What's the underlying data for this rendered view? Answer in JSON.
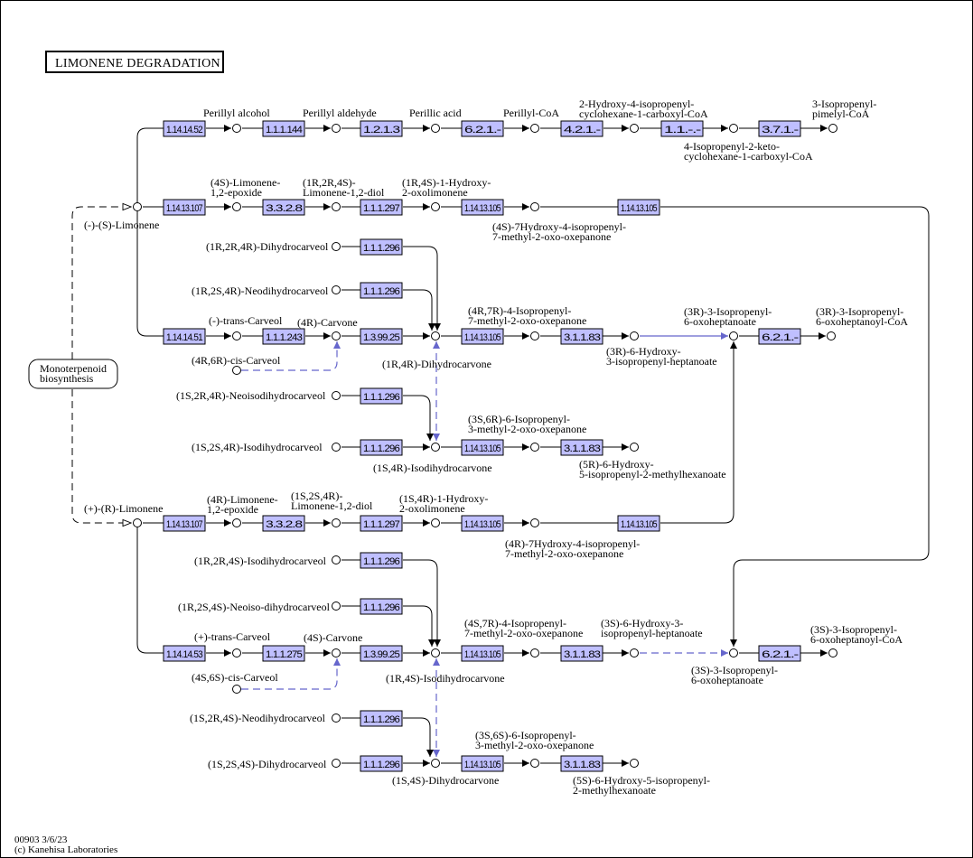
{
  "title": "LIMONENE DEGRADATION",
  "footer": {
    "map_id": "00903 3/6/23",
    "copyright": "(c) Kanehisa Laboratories"
  },
  "linked_map": {
    "line1": "Monoterpenoid",
    "line2": "biosynthesis"
  },
  "colors": {
    "enzyme_fill": "#bfbfff",
    "blue_link": "#6666cc",
    "line": "#000000"
  },
  "enzymes": {
    "e1": "1.14.14.52",
    "e2": "1.1.1.144",
    "e3": "1.2.1.3",
    "e4": "6.2.1.-",
    "e5": "4.2.1.-",
    "e6": "1.1.-.-",
    "e7": "3.7.1.-",
    "e8": "1.14.13.107",
    "e9": "3.3.2.8",
    "e10": "1.1.1.297",
    "e11": "1.14.13.105",
    "e12": "1.14.13.105",
    "e13": "1.1.1.296",
    "e14": "1.1.1.296",
    "e15": "1.14.14.51",
    "e16": "1.1.1.243",
    "e17": "1.3.99.25",
    "e18": "1.14.13.105",
    "e19": "3.1.1.83",
    "e20": "6.2.1.-",
    "e21": "1.1.1.296",
    "e22": "1.1.1.296",
    "e23": "1.14.13.105",
    "e24": "3.1.1.83",
    "e25": "1.14.13.107",
    "e26": "3.3.2.8",
    "e27": "1.1.1.297",
    "e28": "1.14.13.105",
    "e29": "1.14.13.105",
    "e30": "1.1.1.296",
    "e31": "1.1.1.296",
    "e32": "1.14.14.53",
    "e33": "1.1.1.275",
    "e34": "1.3.99.25",
    "e35": "1.14.13.105",
    "e36": "3.1.1.83",
    "e37": "6.2.1.-",
    "e38": "1.1.1.296",
    "e39": "1.1.1.296",
    "e40": "1.14.13.105",
    "e41": "3.1.1.83"
  },
  "compounds": {
    "perillyl_alcohol": "Perillyl alcohol",
    "perillyl_aldehyde": "Perillyl aldehyde",
    "perillic_acid": "Perillic acid",
    "perillyl_coa": "Perillyl-CoA",
    "hydroxy_isopropenyl_coa_1": "2-Hydroxy-4-isopropenyl-",
    "hydroxy_isopropenyl_coa_2": "cyclohexane-1-carboxyl-CoA",
    "keto_coa_1": "4-Isopropenyl-2-keto-",
    "keto_coa_2": "cyclohexane-1-carboxyl-CoA",
    "pimelyl_coa_1": "3-Isopropenyl-",
    "pimelyl_coa_2": "pimelyl-CoA",
    "s_limonene": "(-)-(S)-Limonene",
    "s_epoxide_1": "(4S)-Limonene-",
    "s_epoxide_2": "1,2-epoxide",
    "s_diol_1": "(1R,2R,4S)-",
    "s_diol_2": "Limonene-1,2-diol",
    "s_oxolimonene_1": "(1R,4S)-1-Hydroxy-",
    "s_oxolimonene_2": "2-oxolimonene",
    "s_oxepanone_1": "(4S)-7Hydroxy-4-isopropenyl-",
    "s_oxepanone_2": "7-methyl-2-oxo-oxepanone",
    "dhc_1r2r4r": "(1R,2R,4R)-Dihydrocarveol",
    "dhc_1r2s4r": "(1R,2S,4R)-Neodihydrocarveol",
    "trans_carveol_minus": "(-)-trans-Carveol",
    "carvone_4r": "(4R)-Carvone",
    "cis_carveol_4r6r": "(4R,6R)-cis-Carveol",
    "dihydrocarvone_1r4r": "(1R,4R)-Dihydrocarvone",
    "oxepanone_4r7r_1": "(4R,7R)-4-Isopropenyl-",
    "oxepanone_4r7r_2": "7-methyl-2-oxo-oxepanone",
    "hydroxy_hept_3r_1": "(3R)-6-Hydroxy-",
    "hydroxy_hept_3r_2": "3-isopropenyl-heptanoate",
    "oxohept_3r_1": "(3R)-3-Isopropenyl-",
    "oxohept_3r_2": "6-oxoheptanoate",
    "oxohept_coa_3r_1": "(3R)-3-Isopropenyl-",
    "oxohept_coa_3r_2": "6-oxoheptanoyl-CoA",
    "neoiso_1s2r4r": "(1S,2R,4R)-Neoisodihydrocarveol",
    "iso_1s2s4r": "(1S,2S,4R)-Isodihydrocarveol",
    "isodhcone_1s4r": "(1S,4R)-Isodihydrocarvone",
    "oxepanone_3s6r_1": "(3S,6R)-6-Isopropenyl-",
    "oxepanone_3s6r_2": "3-methyl-2-oxo-oxepanone",
    "hexanoate_5r_1": "(5R)-6-Hydroxy-",
    "hexanoate_5r_2": "5-isopropenyl-2-methylhexanoate",
    "r_limonene": "(+)-(R)-Limonene",
    "r_epoxide_1": "(4R)-Limonene-",
    "r_epoxide_2": "1,2-epoxide",
    "r_diol_1": "(1S,2S,4R)-",
    "r_diol_2": "Limonene-1,2-diol",
    "r_oxolimonene_1": "(1S,4R)-1-Hydroxy-",
    "r_oxolimonene_2": "2-oxolimonene",
    "r_oxepanone_1": "(4R)-7Hydroxy-4-isopropenyl-",
    "r_oxepanone_2": "7-methyl-2-oxo-oxepanone",
    "iso_1r2r4s": "(1R,2R,4S)-Isodihydrocarveol",
    "neoiso_1r2s4s": "(1R,2S,4S)-Neoiso-dihydrocarveol",
    "trans_carveol_plus": "(+)-trans-Carveol",
    "carvone_4s": "(4S)-Carvone",
    "cis_carveol_4s6s": "(4S,6S)-cis-Carveol",
    "isodhcone_1r4s": "(1R,4S)-Isodihydrocarvone",
    "oxepanone_4s7r_1": "(4S,7R)-4-Isopropenyl-",
    "oxepanone_4s7r_2": "7-methyl-2-oxo-oxepanone",
    "hydroxy_hept_3s_1": "(3S)-6-Hydroxy-3-",
    "hydroxy_hept_3s_2": "isopropenyl-heptanoate",
    "oxohept_3s_1": "(3S)-3-Isopropenyl-",
    "oxohept_3s_2": "6-oxoheptanoate",
    "oxohept_coa_3s_1": "(3S)-3-Isopropenyl-",
    "oxohept_coa_3s_2": "6-oxoheptanoyl-CoA",
    "neodhc_1s2r4s": "(1S,2R,4S)-Neodihydrocarveol",
    "dhc_1s2s4s": "(1S,2S,4S)-Dihydrocarveol",
    "dhcone_1s4s": "(1S,4S)-Dihydrocarvone",
    "oxepanone_3s6s_1": "(3S,6S)-6-Isopropenyl-",
    "oxepanone_3s6s_2": "3-methyl-2-oxo-oxepanone",
    "hexanoate_5s_1": "(5S)-6-Hydroxy-5-isopropenyl-",
    "hexanoate_5s_2": "2-methylhexanoate"
  }
}
